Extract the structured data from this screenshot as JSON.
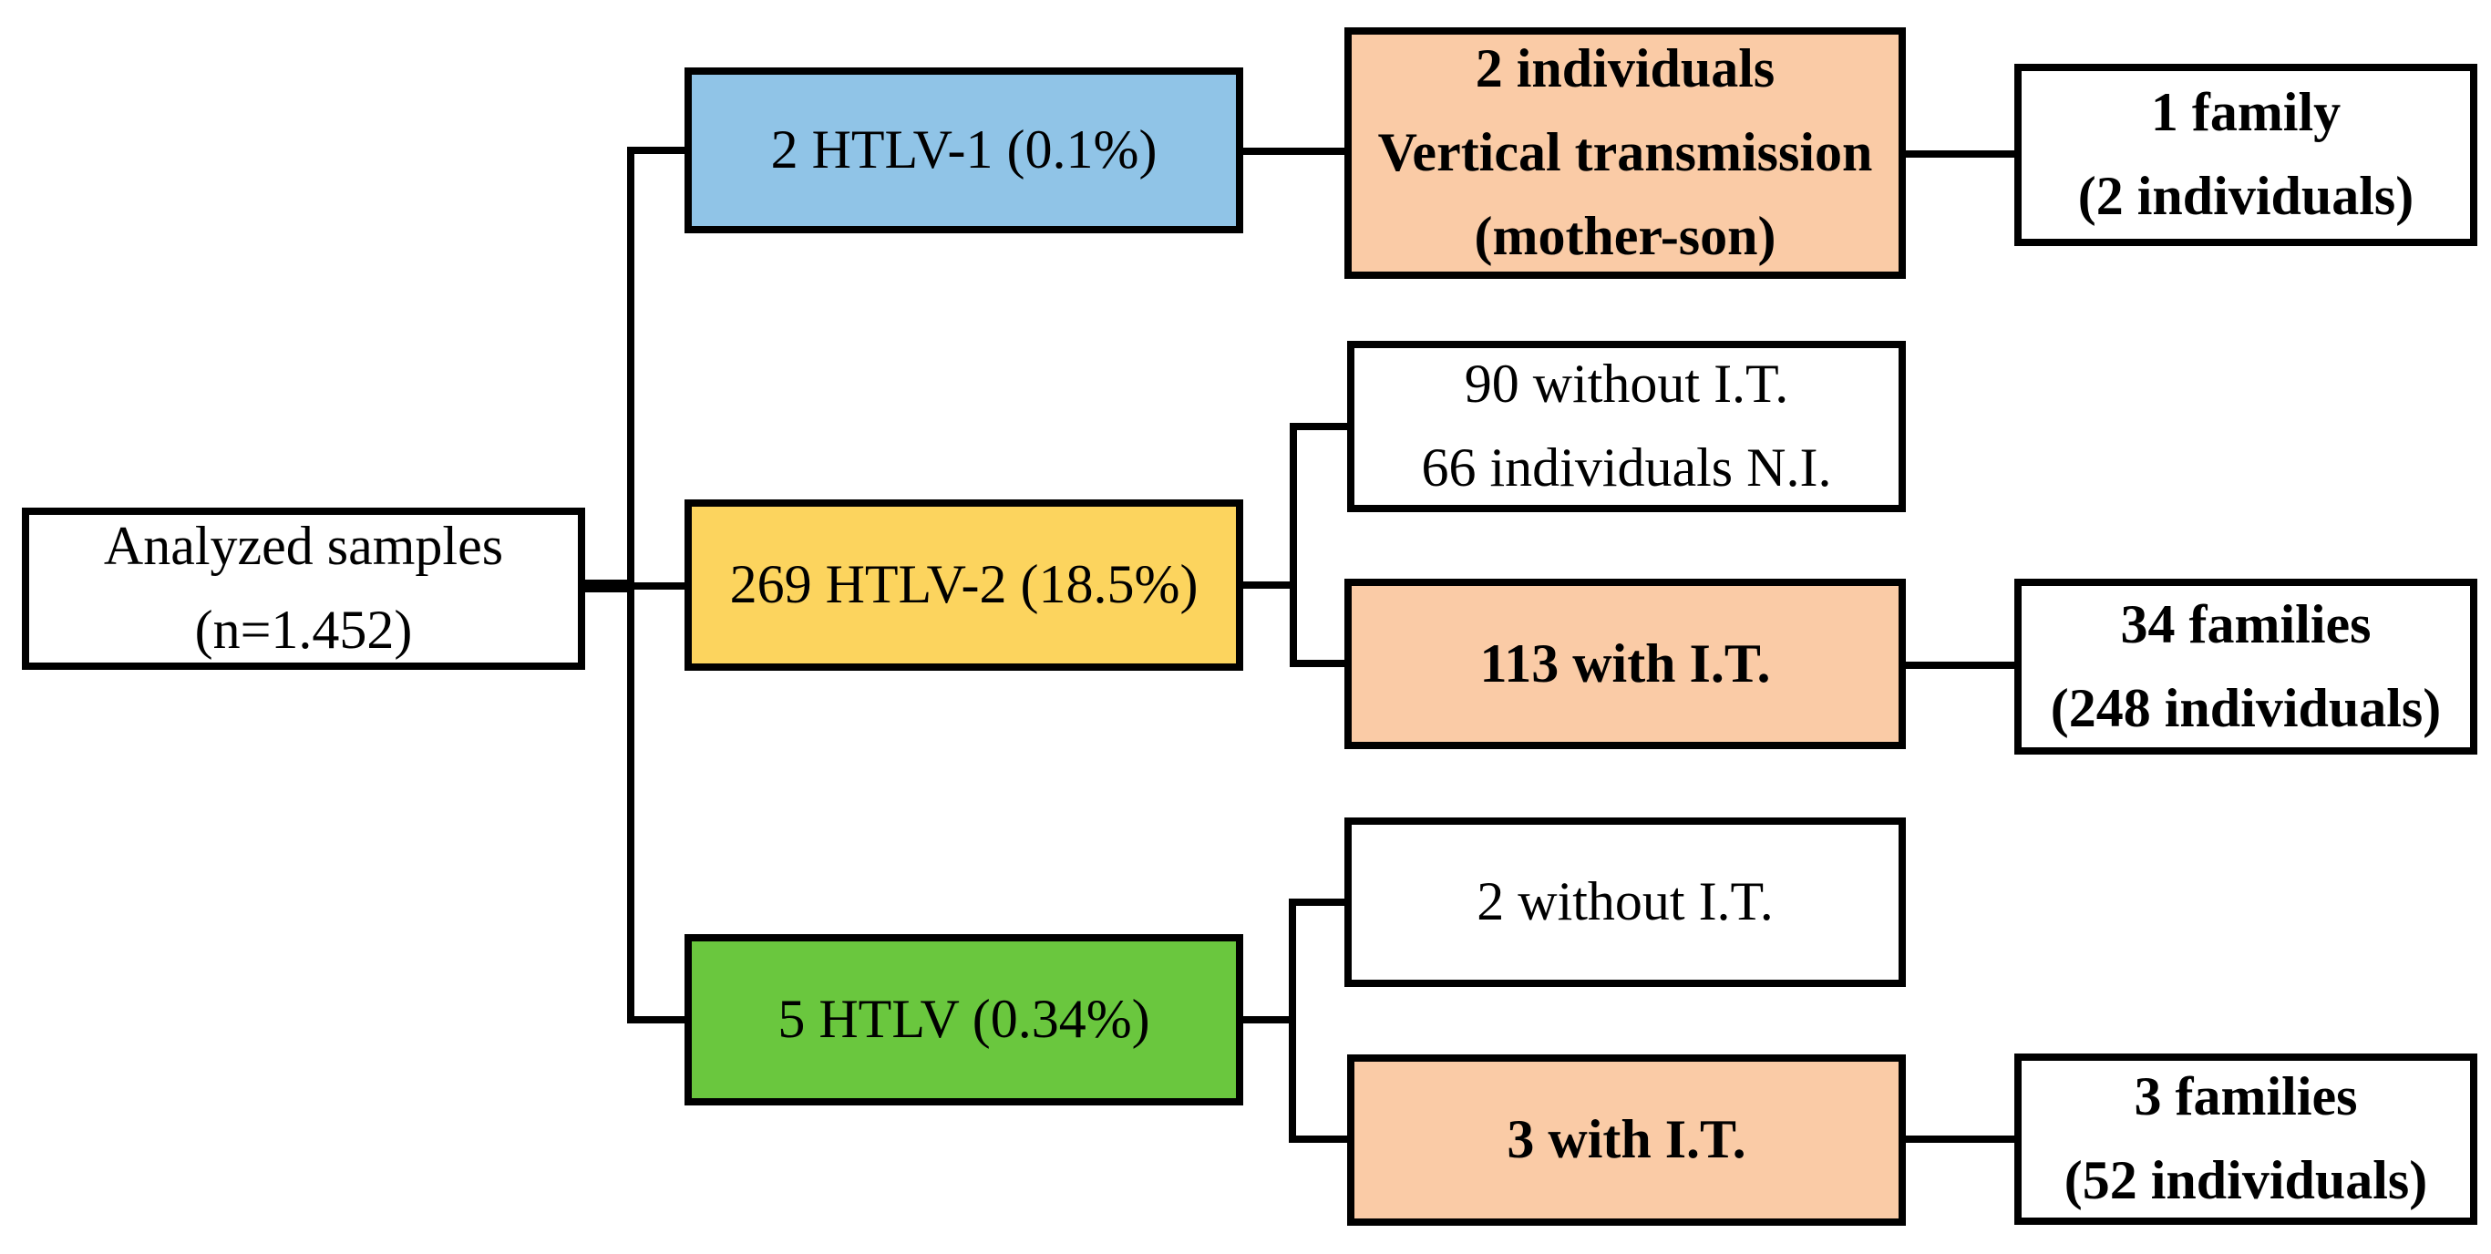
{
  "figure": {
    "type": "flowchart",
    "description": "HTLV screening results flow diagram"
  },
  "colors": {
    "background": "#FFFFFF",
    "border": "#000000",
    "text": "#000000",
    "htlv1_blue": "#90C4E7",
    "htlv2_yellow": "#FCD45E",
    "htlv_green": "#6AC73E",
    "highlight_peach": "#FACBA6",
    "plain_white": "#FFFFFF"
  },
  "boxes": {
    "analyzed": {
      "line1": "Analyzed samples",
      "line2": "(n=1.452)"
    },
    "htlv1": {
      "line1": "2 HTLV-1 (0.1%)"
    },
    "htlv2": {
      "line1": "269 HTLV-2 (18.5%)"
    },
    "htlv": {
      "line1": "5 HTLV (0.34%)"
    },
    "vertical": {
      "line1": "2 individuals",
      "line2": "Vertical transmission",
      "line3": "(mother-son)"
    },
    "family1": {
      "line1": "1 family",
      "line2": "(2 individuals)"
    },
    "without90": {
      "line1": "90 without I.T.",
      "line2": "66 individuals N.I."
    },
    "with113": {
      "line1": "113 with I.T."
    },
    "families34": {
      "line1": "34 families",
      "line2": "(248 individuals)"
    },
    "without2": {
      "line1": "2 without I.T."
    },
    "with3": {
      "line1": "3 with I.T."
    },
    "families3": {
      "line1": "3 families",
      "line2": "(52 individuals)"
    }
  },
  "edges": [
    "analyzed -> htlv1",
    "analyzed -> htlv2",
    "analyzed -> htlv",
    "htlv1 -> vertical",
    "vertical -> family1",
    "htlv2 -> without90",
    "htlv2 -> with113",
    "with113 -> families34",
    "htlv -> without2",
    "htlv -> with3",
    "with3 -> families3"
  ]
}
